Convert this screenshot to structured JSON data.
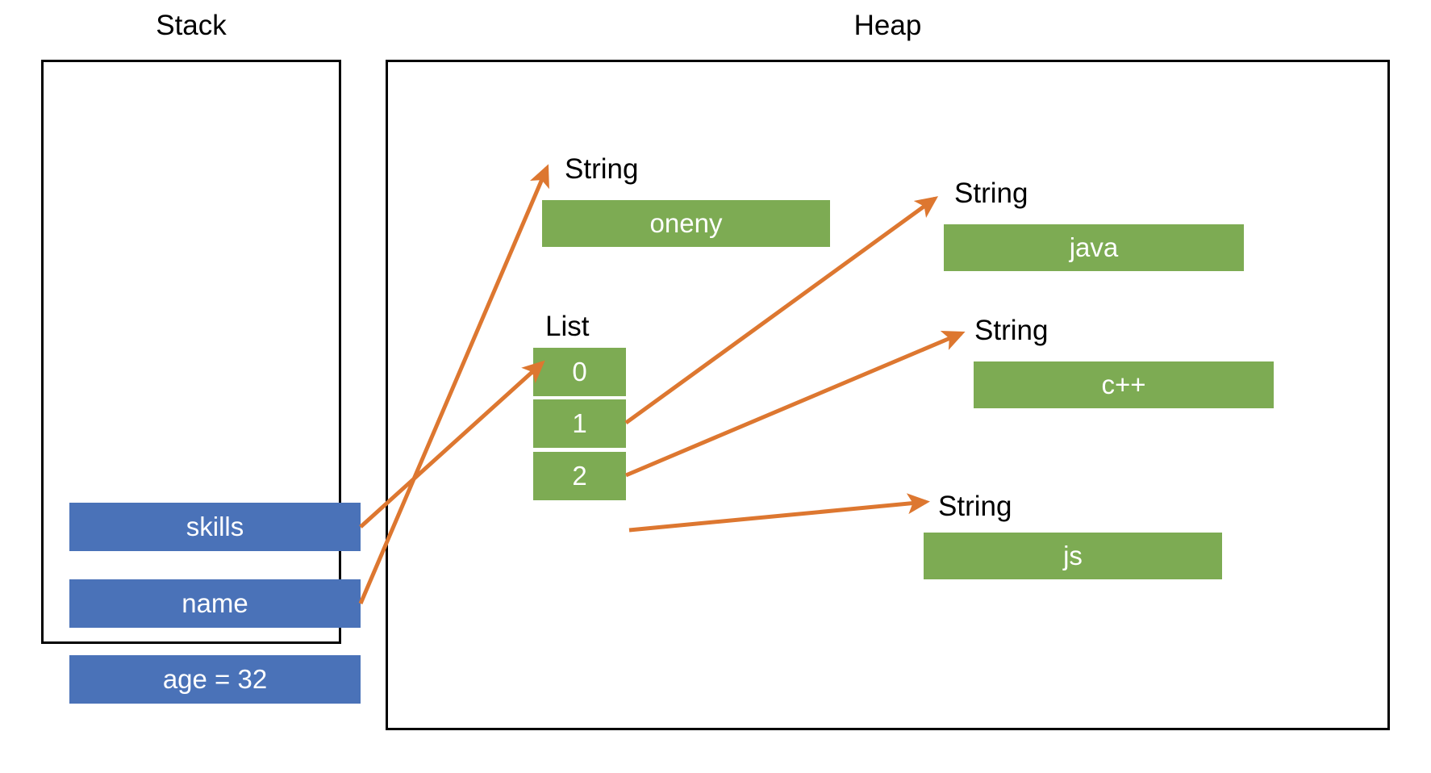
{
  "diagram": {
    "title_stack": "Stack",
    "title_heap": "Heap",
    "colors": {
      "stack_var": "#4a72b8",
      "heap_object": "#7dab53",
      "arrow": "#dd7730",
      "border": "#000000",
      "text_on_fill": "#ffffff",
      "label_text": "#000000"
    }
  },
  "stack": {
    "label": "Stack",
    "variables": [
      {
        "name": "skills",
        "label": "skills"
      },
      {
        "name": "name",
        "label": "name"
      },
      {
        "name": "age",
        "label": "age = 32"
      }
    ]
  },
  "heap": {
    "label": "Heap",
    "objects": [
      {
        "id": "str-oneny",
        "type_label": "String",
        "value": "oneny"
      },
      {
        "id": "str-java",
        "type_label": "String",
        "value": "java"
      },
      {
        "id": "str-cpp",
        "type_label": "String",
        "value": "c++"
      },
      {
        "id": "str-js",
        "type_label": "String",
        "value": "js"
      }
    ],
    "list": {
      "type_label": "List",
      "indices": [
        "0",
        "1",
        "2"
      ]
    }
  },
  "arrows": [
    {
      "from": "stack-var-skills",
      "to": "heap-list"
    },
    {
      "from": "stack-var-name",
      "to": "heap-string-oneny"
    },
    {
      "from": "list-index-0",
      "to": "heap-string-java"
    },
    {
      "from": "list-index-1",
      "to": "heap-string-cpp"
    },
    {
      "from": "list-index-2",
      "to": "heap-string-js"
    }
  ]
}
